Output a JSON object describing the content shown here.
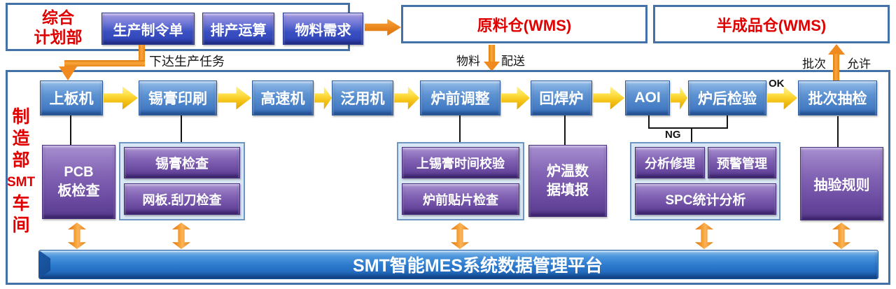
{
  "planning": {
    "dept_line1": "综合",
    "dept_line2": "计划部",
    "buttons": [
      "生产制令单",
      "排产运算",
      "物料需求"
    ]
  },
  "warehouses": {
    "raw": "原料仓(WMS)",
    "semi": "半成品仓(WMS)"
  },
  "labels": {
    "dispatch_task": "下达生产任务",
    "material": "物料",
    "delivery": "配送",
    "batch": "批次",
    "allow": "允许",
    "ok": "OK",
    "ng": "NG"
  },
  "workshop": {
    "side_lines": [
      "制",
      "造",
      "部",
      "SMT",
      "车",
      "间"
    ]
  },
  "flow": [
    "上板机",
    "锡膏印刷",
    "高速机",
    "泛用机",
    "炉前调整",
    "回焊炉",
    "AOI",
    "炉后检验",
    "批次抽检"
  ],
  "stations": {
    "pcb_line1": "PCB",
    "pcb_line2": "板检查",
    "group1": [
      "锡膏检查",
      "网板.刮刀检查"
    ],
    "group2": [
      "上锡膏时间校验",
      "炉前贴片检查"
    ],
    "furnace_line1": "炉温数",
    "furnace_line2": "据填报",
    "group3": [
      "分析修理",
      "预警管理",
      "SPC统计分析"
    ],
    "sampling_rule": "抽验规则"
  },
  "platform": {
    "title": "SMT智能MES系统数据管理平台"
  },
  "colors": {
    "accent_orange": "#F08A1E",
    "arrow_yellow": "#FDD835",
    "flow_box_blue": "#3870BC",
    "station_purple": "#7E5CB0",
    "platform_blue": "#2A78CC",
    "frame_blue": "#4472A8",
    "highlight_red": "#E00000"
  }
}
